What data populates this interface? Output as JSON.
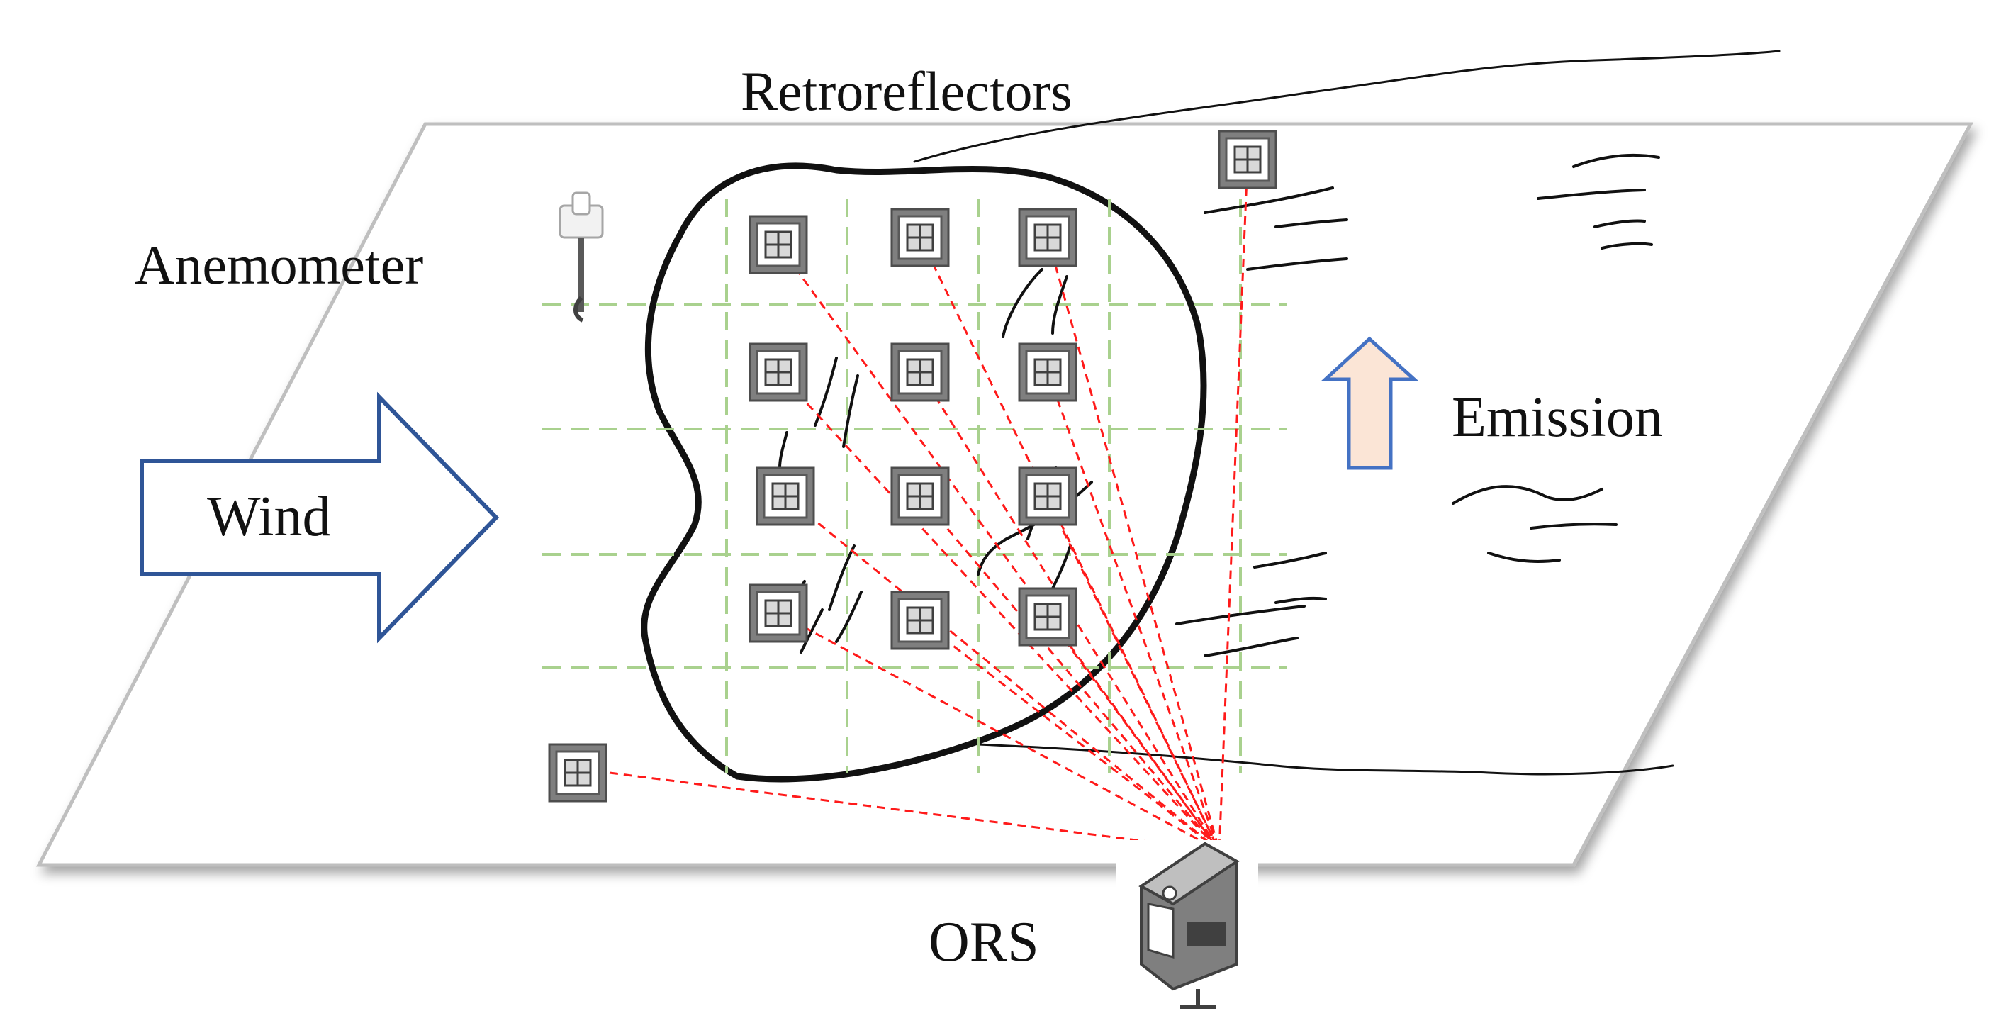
{
  "diagram": {
    "labels": {
      "retroreflectors": "Retroreflectors",
      "anemometer": "Anemometer",
      "wind": "Wind",
      "emission": "Emission",
      "ors": "ORS"
    },
    "colors": {
      "ground_plane": "#ffffff",
      "plane_border": "#bfbfbf",
      "grid": "#a9d18e",
      "beam": "#ff1a1a",
      "wind_arrow_stroke": "#2f5597",
      "emission_arrow_fill": "#fbe5d6",
      "emission_arrow_stroke": "#4472c4",
      "retroreflector": "#7f7f7f"
    },
    "icons": [
      "anemometer-icon",
      "retroreflector-icon",
      "ors-instrument-icon",
      "wind-arrow-icon",
      "emission-arrow-icon"
    ]
  }
}
